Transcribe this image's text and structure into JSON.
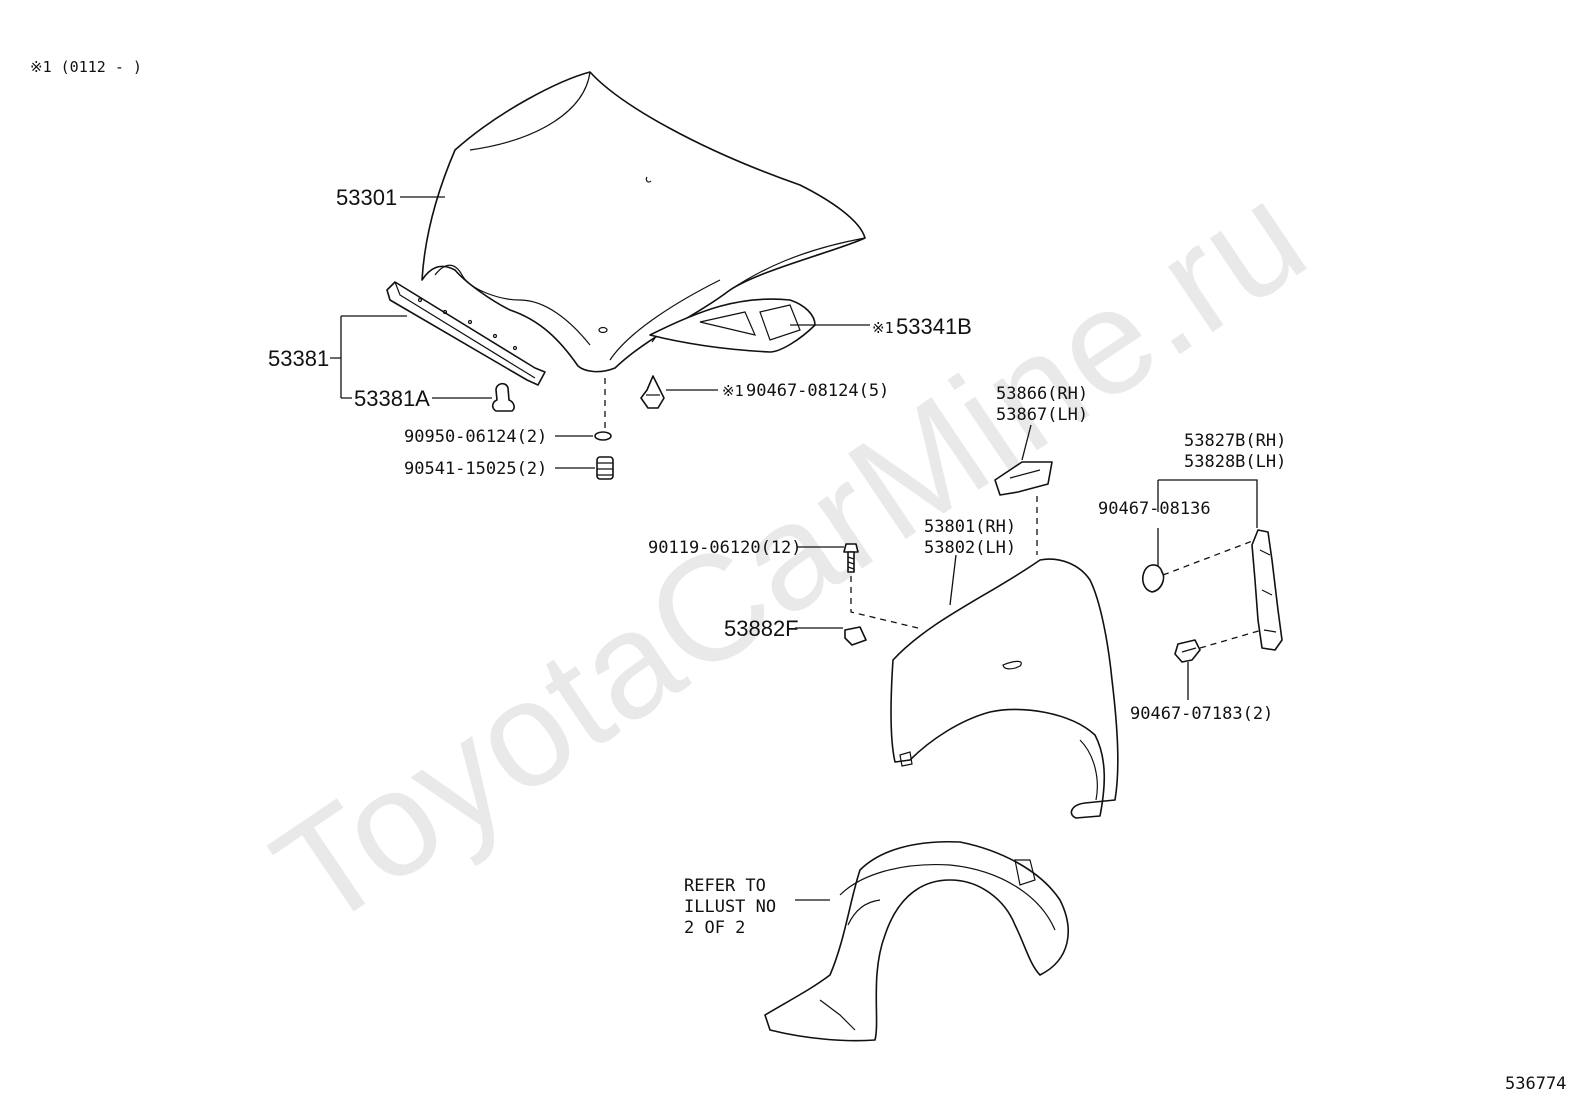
{
  "watermark": "ToyotaCarMine.ru",
  "note": "※1 (0112 -    )",
  "image_number": "536774",
  "labels": {
    "hood": "53301",
    "seal_assy": "53381",
    "seal_clip": "53381A",
    "insulator": "53341B",
    "insulator_mark": "※1",
    "clip_08124": "90467-08124(5)",
    "clip_08124_mark": "※1",
    "washer": "90950-06124(2)",
    "cushion": "90541-15025(2)",
    "cover_rh": "53866(RH)",
    "cover_lh": "53867(LH)",
    "bracket_rh": "53827B(RH)",
    "bracket_lh": "53828B(LH)",
    "clip_08136": "90467-08136",
    "fender_rh": "53801(RH)",
    "fender_lh": "53802(LH)",
    "bolt": "90119-06120(12)",
    "nut": "53882F",
    "clip_07183": "90467-07183(2)",
    "refer_1": "REFER TO",
    "refer_2": "ILLUST NO",
    "refer_3": "2 OF 2"
  }
}
